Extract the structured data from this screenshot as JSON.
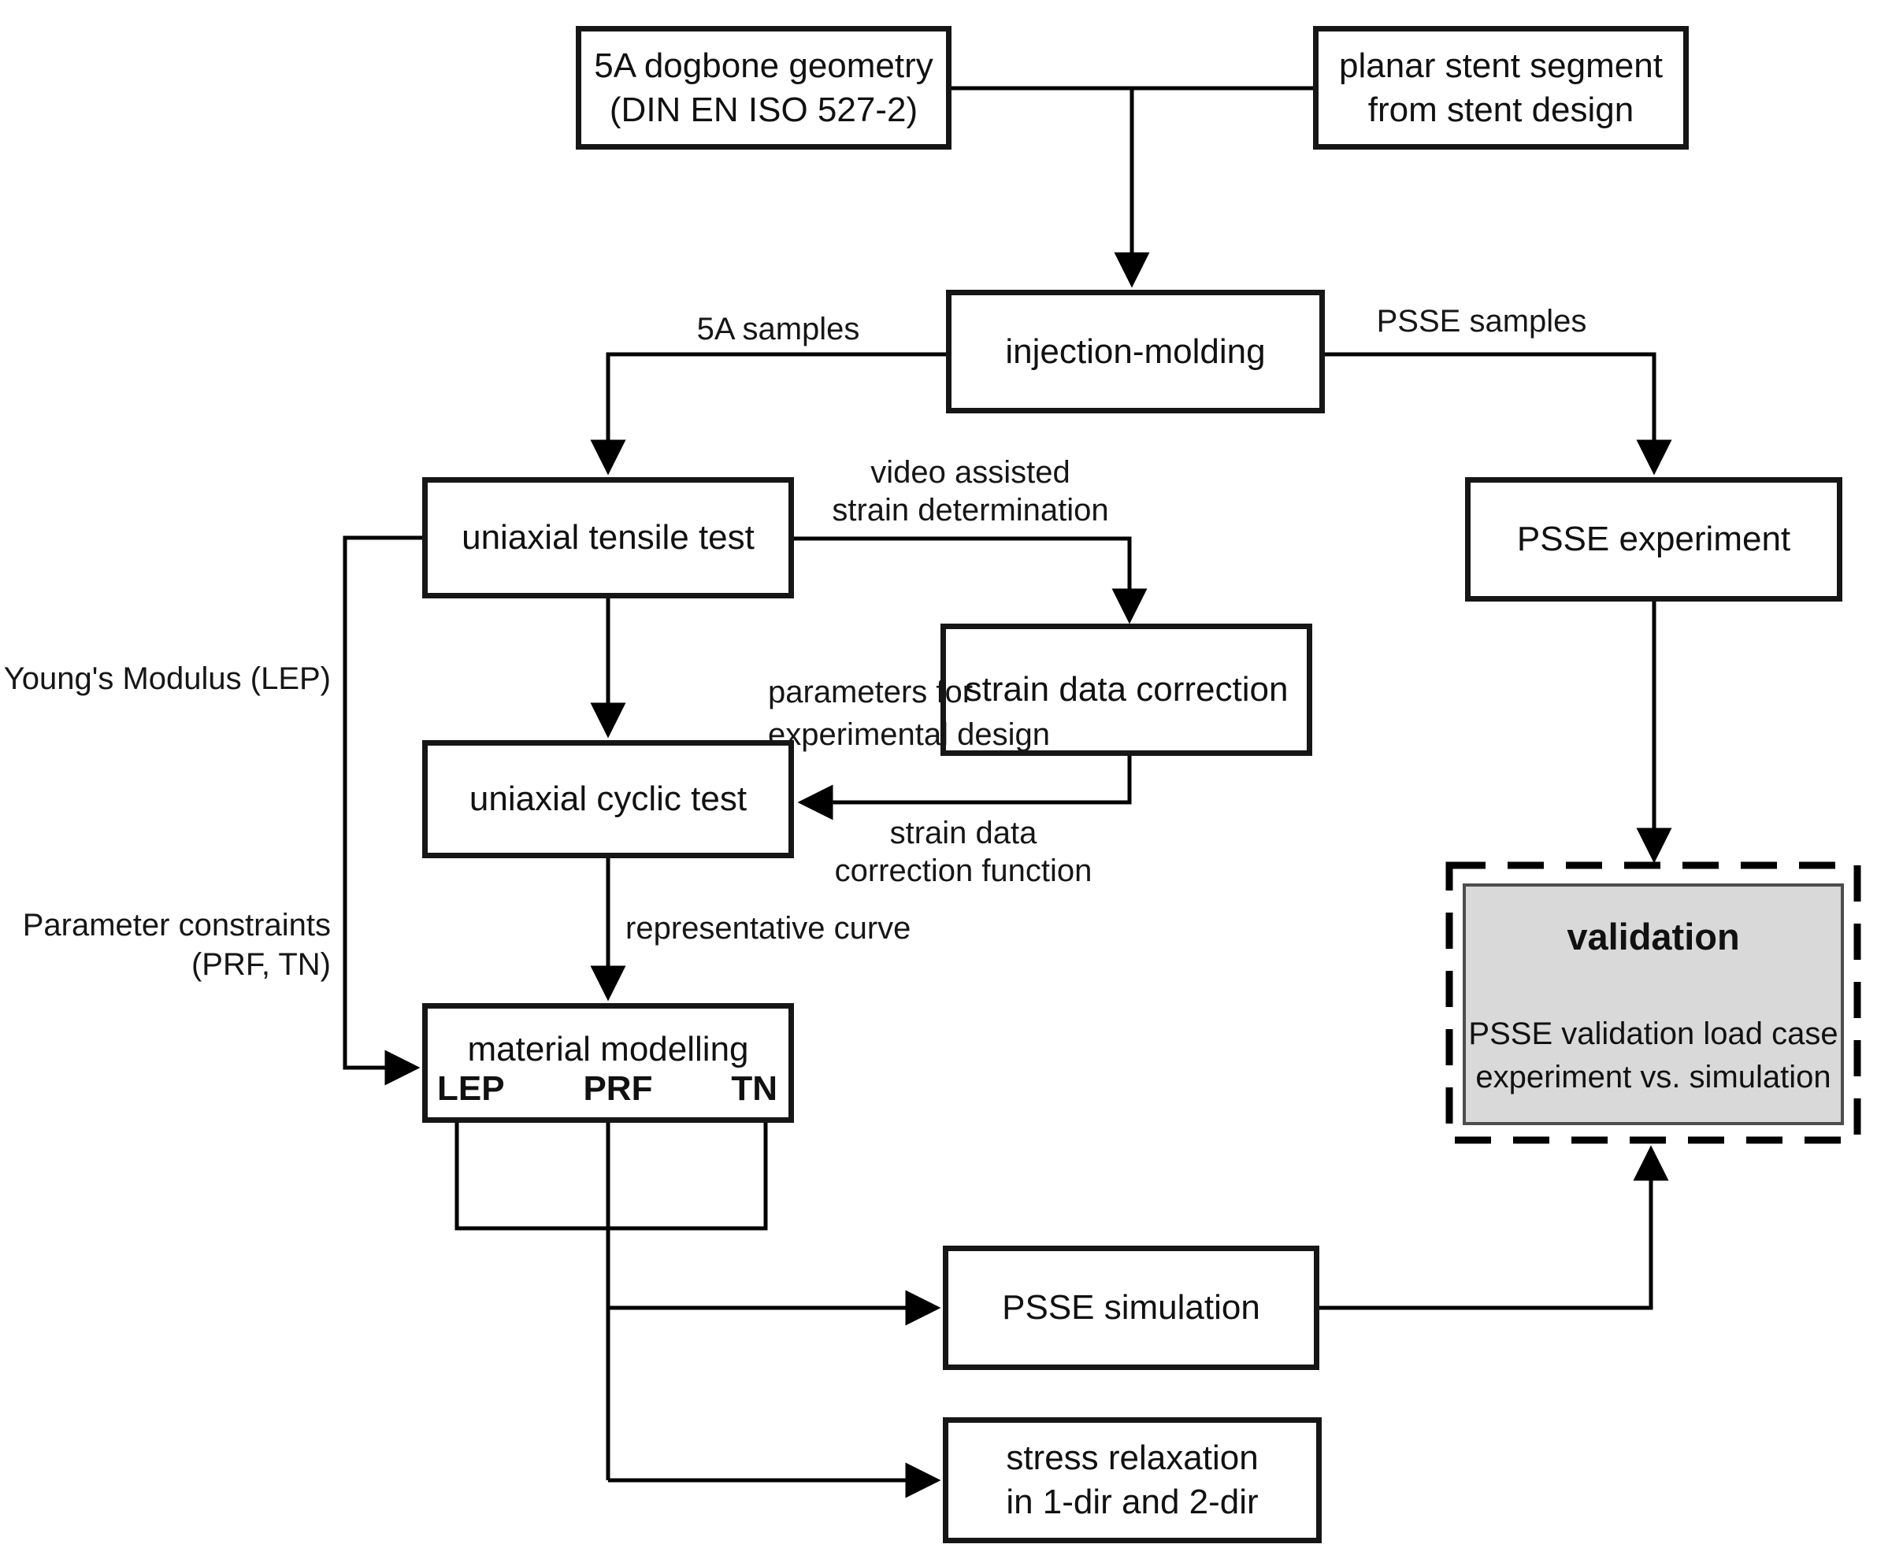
{
  "diagram": {
    "boxes": {
      "dogbone": {
        "line1": "5A dogbone geometry",
        "line2": "(DIN EN ISO 527-2)"
      },
      "planar": {
        "line1": "planar stent segment",
        "line2": "from stent design"
      },
      "injection": {
        "label": "injection-molding"
      },
      "tensile": {
        "label": "uniaxial tensile test"
      },
      "strain_correction": {
        "label": "strain data correction"
      },
      "cyclic": {
        "label": "uniaxial cyclic test"
      },
      "material": {
        "label": "material modelling",
        "params": {
          "lep": "LEP",
          "prf": "PRF",
          "tn": "TN"
        }
      },
      "psse_experiment": {
        "label": "PSSE experiment"
      },
      "psse_simulation": {
        "label": "PSSE simulation"
      },
      "stress_relaxation": {
        "line1": "stress relaxation",
        "line2": "in 1-dir and 2-dir"
      },
      "validation": {
        "title": "validation",
        "line1": "PSSE validation load case",
        "line2": "experiment vs. simulation"
      }
    },
    "edge_labels": {
      "samples_5a": "5A samples",
      "samples_psse": "PSSE samples",
      "video_line1": "video assisted",
      "video_line2": "strain determination",
      "params_line1": "parameters for",
      "params_line2": "experimental design",
      "strainfn_line1": "strain data",
      "strainfn_line2": "correction function",
      "representative": "representative curve",
      "youngs": "Young's Modulus (LEP)",
      "constraints_line1": "Parameter constraints",
      "constraints_line2": "(PRF, TN)"
    },
    "colors": {
      "line": "#000000",
      "box_border": "#161616",
      "validation_fill": "#d9d9d9",
      "background": "#ffffff"
    }
  }
}
